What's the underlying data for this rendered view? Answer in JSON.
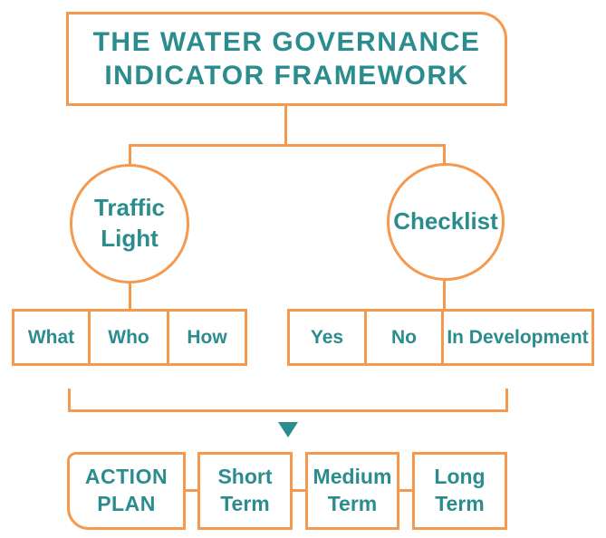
{
  "title": {
    "line1": "THE WATER GOVERNANCE",
    "line2": "INDICATOR FRAMEWORK"
  },
  "branches": {
    "traffic_light": {
      "label": {
        "line1": "Traffic",
        "line2": "Light"
      },
      "options": [
        "What",
        "Who",
        "How"
      ]
    },
    "checklist": {
      "label": "Checklist",
      "options": [
        "Yes",
        "No",
        "In Development"
      ]
    }
  },
  "action_plan": {
    "label": {
      "line1": "ACTION",
      "line2": "PLAN"
    },
    "terms": [
      {
        "line1": "Short",
        "line2": "Term"
      },
      {
        "line1": "Medium",
        "line2": "Term"
      },
      {
        "line1": "Long",
        "line2": "Term"
      }
    ]
  },
  "icons": {
    "down_arrow": "down-triangle-icon"
  },
  "colors": {
    "orange": "#F5994E",
    "teal": "#2B8C8E",
    "background": "#FFFFFF"
  }
}
